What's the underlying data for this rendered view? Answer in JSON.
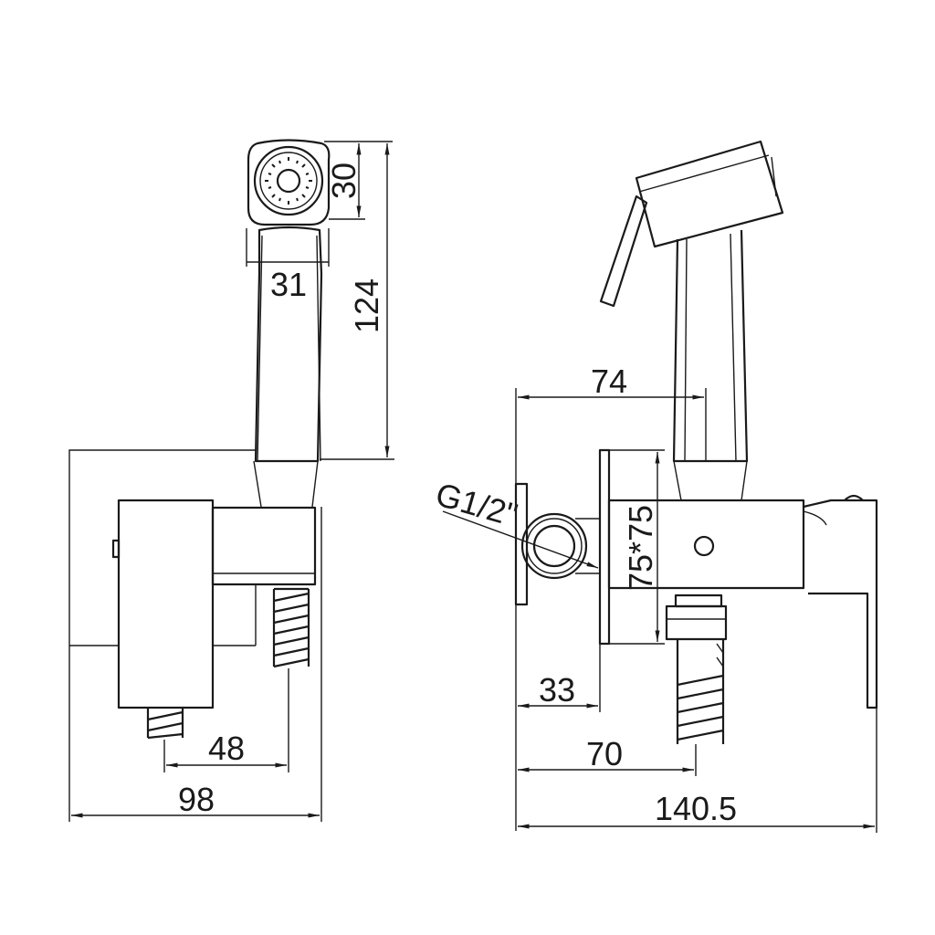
{
  "drawing": {
    "side_view": {
      "dimensions": {
        "head_height": "30",
        "head_width": "31",
        "total_height": "124",
        "hose_offset": "48",
        "depth": "98"
      }
    },
    "front_view": {
      "dimensions": {
        "thread": "G1/2\"",
        "plate_size": "75*75",
        "handle_offset": "74",
        "plate_offset": "33",
        "hose_offset": "70",
        "total_width": "140.5"
      }
    }
  }
}
